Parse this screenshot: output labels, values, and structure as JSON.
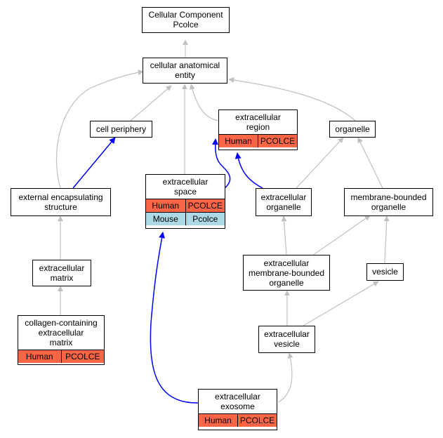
{
  "nodes": {
    "cc_pcolce": {
      "lines": [
        "Cellular Component",
        "Pcolce"
      ]
    },
    "anatomical_entity": {
      "lines": [
        "cellular anatomical",
        "entity"
      ]
    },
    "cell_periphery": {
      "lines": [
        "cell periphery"
      ]
    },
    "extracellular_region": {
      "lines": [
        "extracellular",
        "region"
      ],
      "rows": [
        [
          "Human",
          "PCOLCE"
        ]
      ]
    },
    "organelle": {
      "lines": [
        "organelle"
      ]
    },
    "external_encapsulating": {
      "lines": [
        "external encapsulating",
        "structure"
      ]
    },
    "extracellular_space": {
      "lines": [
        "extracellular",
        "space"
      ],
      "rows": [
        [
          "Human",
          "PCOLCE"
        ],
        [
          "Mouse",
          "Pcolce"
        ]
      ]
    },
    "extracellular_organelle": {
      "lines": [
        "extracellular",
        "organelle"
      ]
    },
    "membrane_bounded": {
      "lines": [
        "membrane-bounded",
        "organelle"
      ]
    },
    "extracellular_matrix": {
      "lines": [
        "extracellular",
        "matrix"
      ]
    },
    "ec_membrane_bounded": {
      "lines": [
        "extracellular",
        "membrane-bounded",
        "organelle"
      ]
    },
    "vesicle": {
      "lines": [
        "vesicle"
      ]
    },
    "collagen_matrix": {
      "lines": [
        "collagen-containing",
        "extracellular",
        "matrix"
      ],
      "rows": [
        [
          "Human",
          "PCOLCE"
        ]
      ]
    },
    "extracellular_vesicle": {
      "lines": [
        "extracellular",
        "vesicle"
      ]
    },
    "extracellular_exosome": {
      "lines": [
        "extracellular",
        "exosome"
      ],
      "rows": [
        [
          "Human",
          "PCOLCE"
        ]
      ]
    }
  },
  "colors": {
    "is_a_edge": "#c0c0c0",
    "part_of_edge": "#0000ff",
    "human": "#fa6546",
    "mouse": "#add8e6"
  }
}
